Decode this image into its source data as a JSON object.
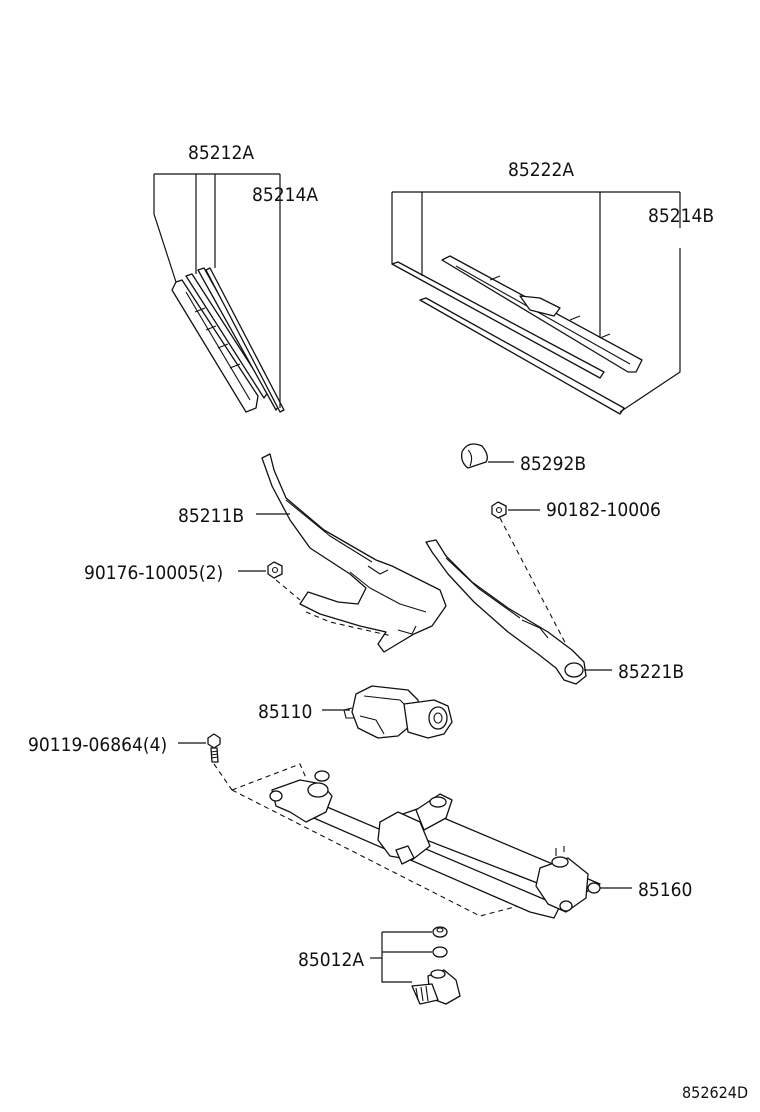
{
  "diagram": {
    "labels": {
      "wiper_blade_left": "85212A",
      "blade_refill_left": "85214A",
      "wiper_blade_right": "85222A",
      "blade_refill_right": "85214B",
      "arm_cap": "85292B",
      "nut_right": "90182-10006",
      "arm_left": "85211B",
      "nut_left": "90176-10005(2)",
      "arm_right": "85221B",
      "motor": "85110",
      "bolt": "90119-06864(4)",
      "link_assembly": "85160",
      "pivot_kit": "85012A",
      "diagram_code": "852624D"
    },
    "colors": {
      "line": "#111111",
      "background": "#ffffff"
    }
  }
}
